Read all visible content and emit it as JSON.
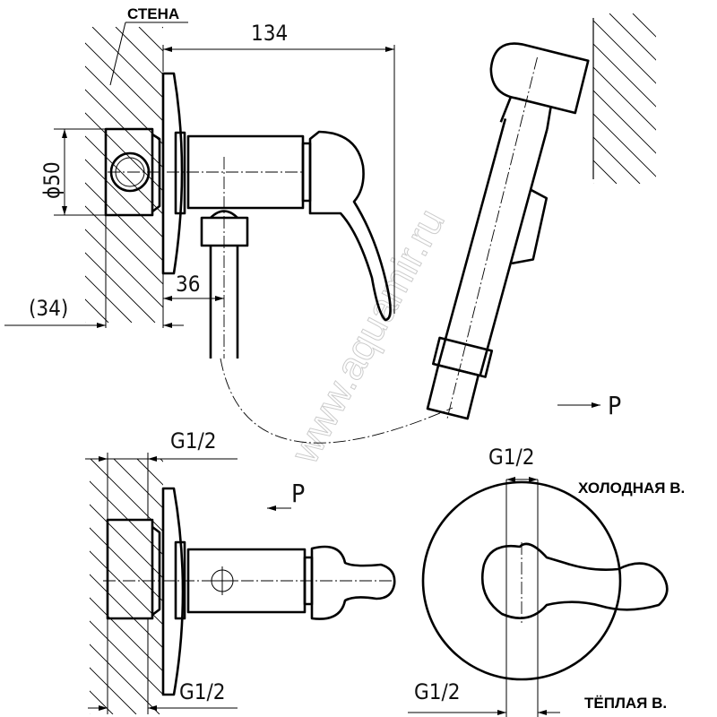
{
  "labels": {
    "wall": "СТЕНА",
    "cold_water": "ХОЛОДНАЯ В.",
    "warm_water": "ТЁПЛАЯ В."
  },
  "dimensions": {
    "total_length": "134",
    "diameter": "ϕ50",
    "outlet_offset": "36",
    "wall_depth": "(34)",
    "thread_bottom_top": "G1/2",
    "thread_bottom_bottom": "G1/2",
    "thread_front_top": "G1/2",
    "thread_front_bottom": "G1/2"
  },
  "markers": {
    "view_p_1": "P",
    "view_p_2": "P"
  },
  "watermark": "www.aquamir.ru"
}
